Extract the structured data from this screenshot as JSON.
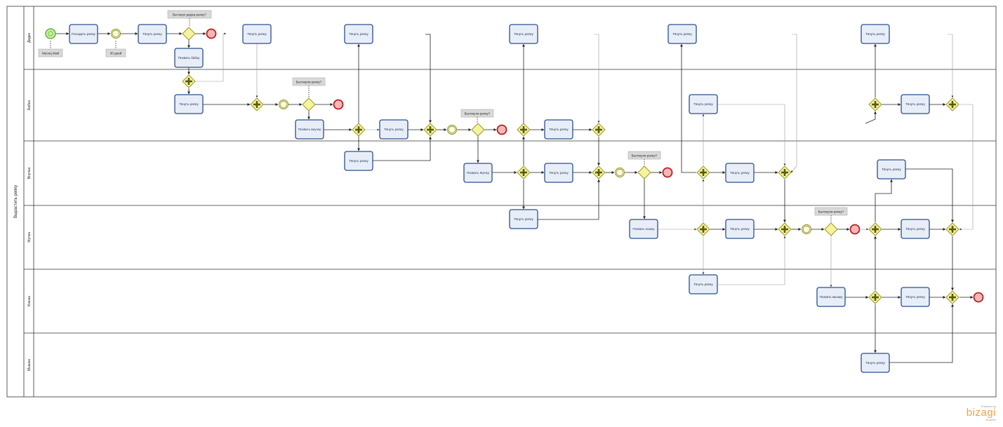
{
  "pool": {
    "label": "Вырастить репку"
  },
  "lanes": [
    "Дедка",
    "Бабка",
    "Внучка",
    "Жучка",
    "Кошка",
    "Мышка"
  ],
  "tasks": {
    "posadit": "Посадить репку",
    "tyanut": "Тянуть репку",
    "pozvat_babku": "Позвать бабку",
    "pozvat_vnuchku": "Позвать внучку",
    "pozvat_zhuchku": "Позвать Жучку",
    "pozvat_koshku": "Позвать кошку",
    "pozvat_myshku": "Позвать мышку"
  },
  "annotations": {
    "start_note": "Месяц Май",
    "timer_note": "30 дней",
    "q_dedka": "Вытянул дедка репку?",
    "q_generic": "Вытянули репку?"
  },
  "branding": {
    "powered": "Powered by",
    "logo": "bizagi",
    "sub": "Modeler"
  },
  "colors": {
    "task_fill": "#e8eef8",
    "task_stroke": "#2a4f8f",
    "gateway_fill": "#f5f2a0",
    "gateway_stroke": "#9a9a22",
    "start_fill": "#c9ef9b",
    "start_stroke": "#55a43a",
    "end_fill": "#f2b7b7",
    "end_stroke": "#c21d1d",
    "note_fill": "#d9d9d9"
  }
}
